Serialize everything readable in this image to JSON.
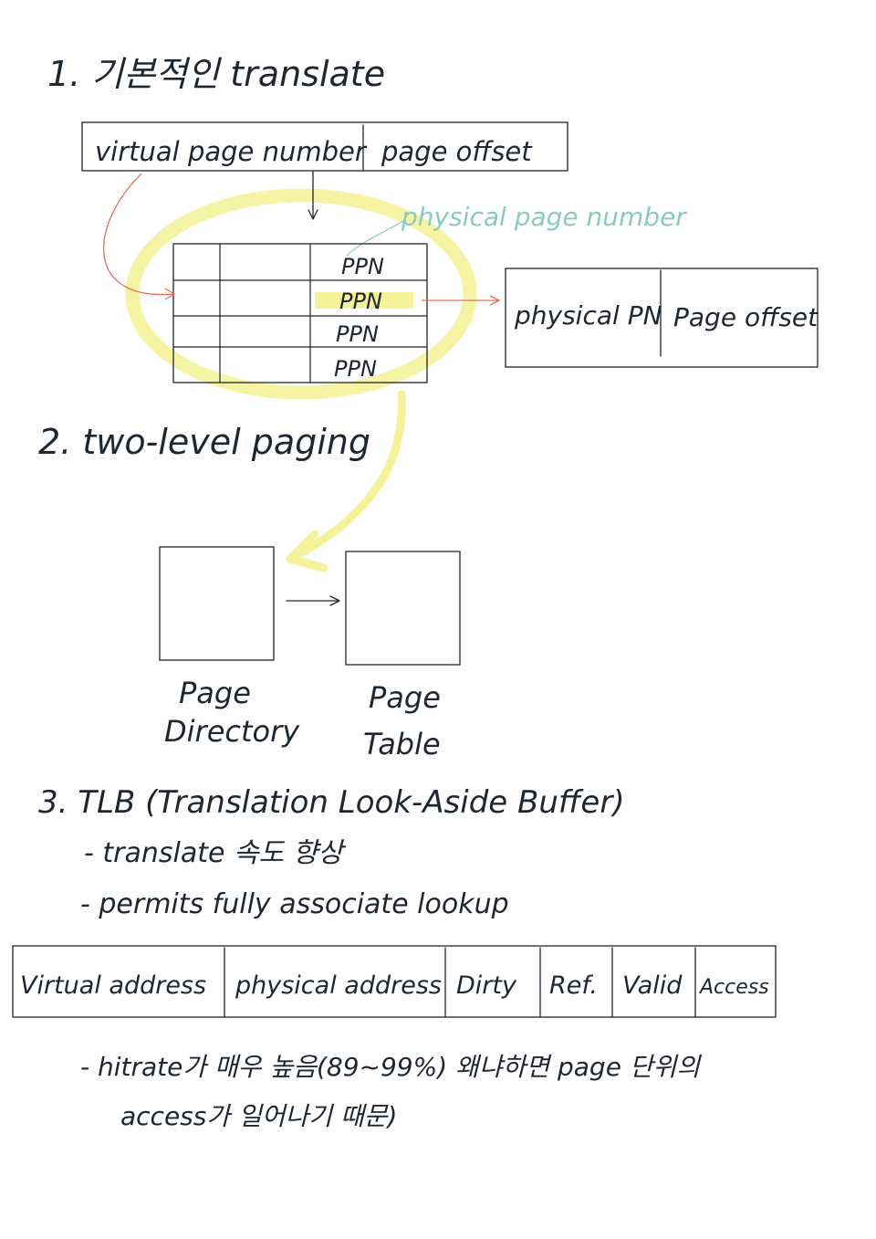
{
  "colors": {
    "ink": "#1e2630",
    "highlight": "#f6f29a",
    "arrow_red": "#e2705a",
    "note_teal": "#8ac9bf"
  },
  "section1": {
    "heading": "1. 기본적인 translate",
    "virtual_address": {
      "vpn": "virtual page number",
      "offset": "page offset"
    },
    "annotation": "physical page number",
    "table_entries": [
      "PPN",
      "PPN",
      "PPN",
      "PPN"
    ],
    "physical_address": {
      "ppn": "physical PN",
      "offset": "Page offset"
    }
  },
  "section2": {
    "heading": "2. two-level paging",
    "box1_label_line1": "Page",
    "box1_label_line2": "Directory",
    "box2_label_line1": "Page",
    "box2_label_line2": "Table"
  },
  "section3": {
    "heading": "3. TLB (Translation Look-Aside Buffer)",
    "bullets": [
      "- translate 속도 향상",
      "- permits fully associate lookup"
    ],
    "tlb_columns": [
      "Virtual address",
      "physical address",
      "Dirty",
      "Ref.",
      "Valid",
      "Access"
    ],
    "note_line1": "- hitrate가 매우 높음(89~99%) 왜냐하면 page 단위의",
    "note_line2": "access가 일어나기 때문)"
  }
}
